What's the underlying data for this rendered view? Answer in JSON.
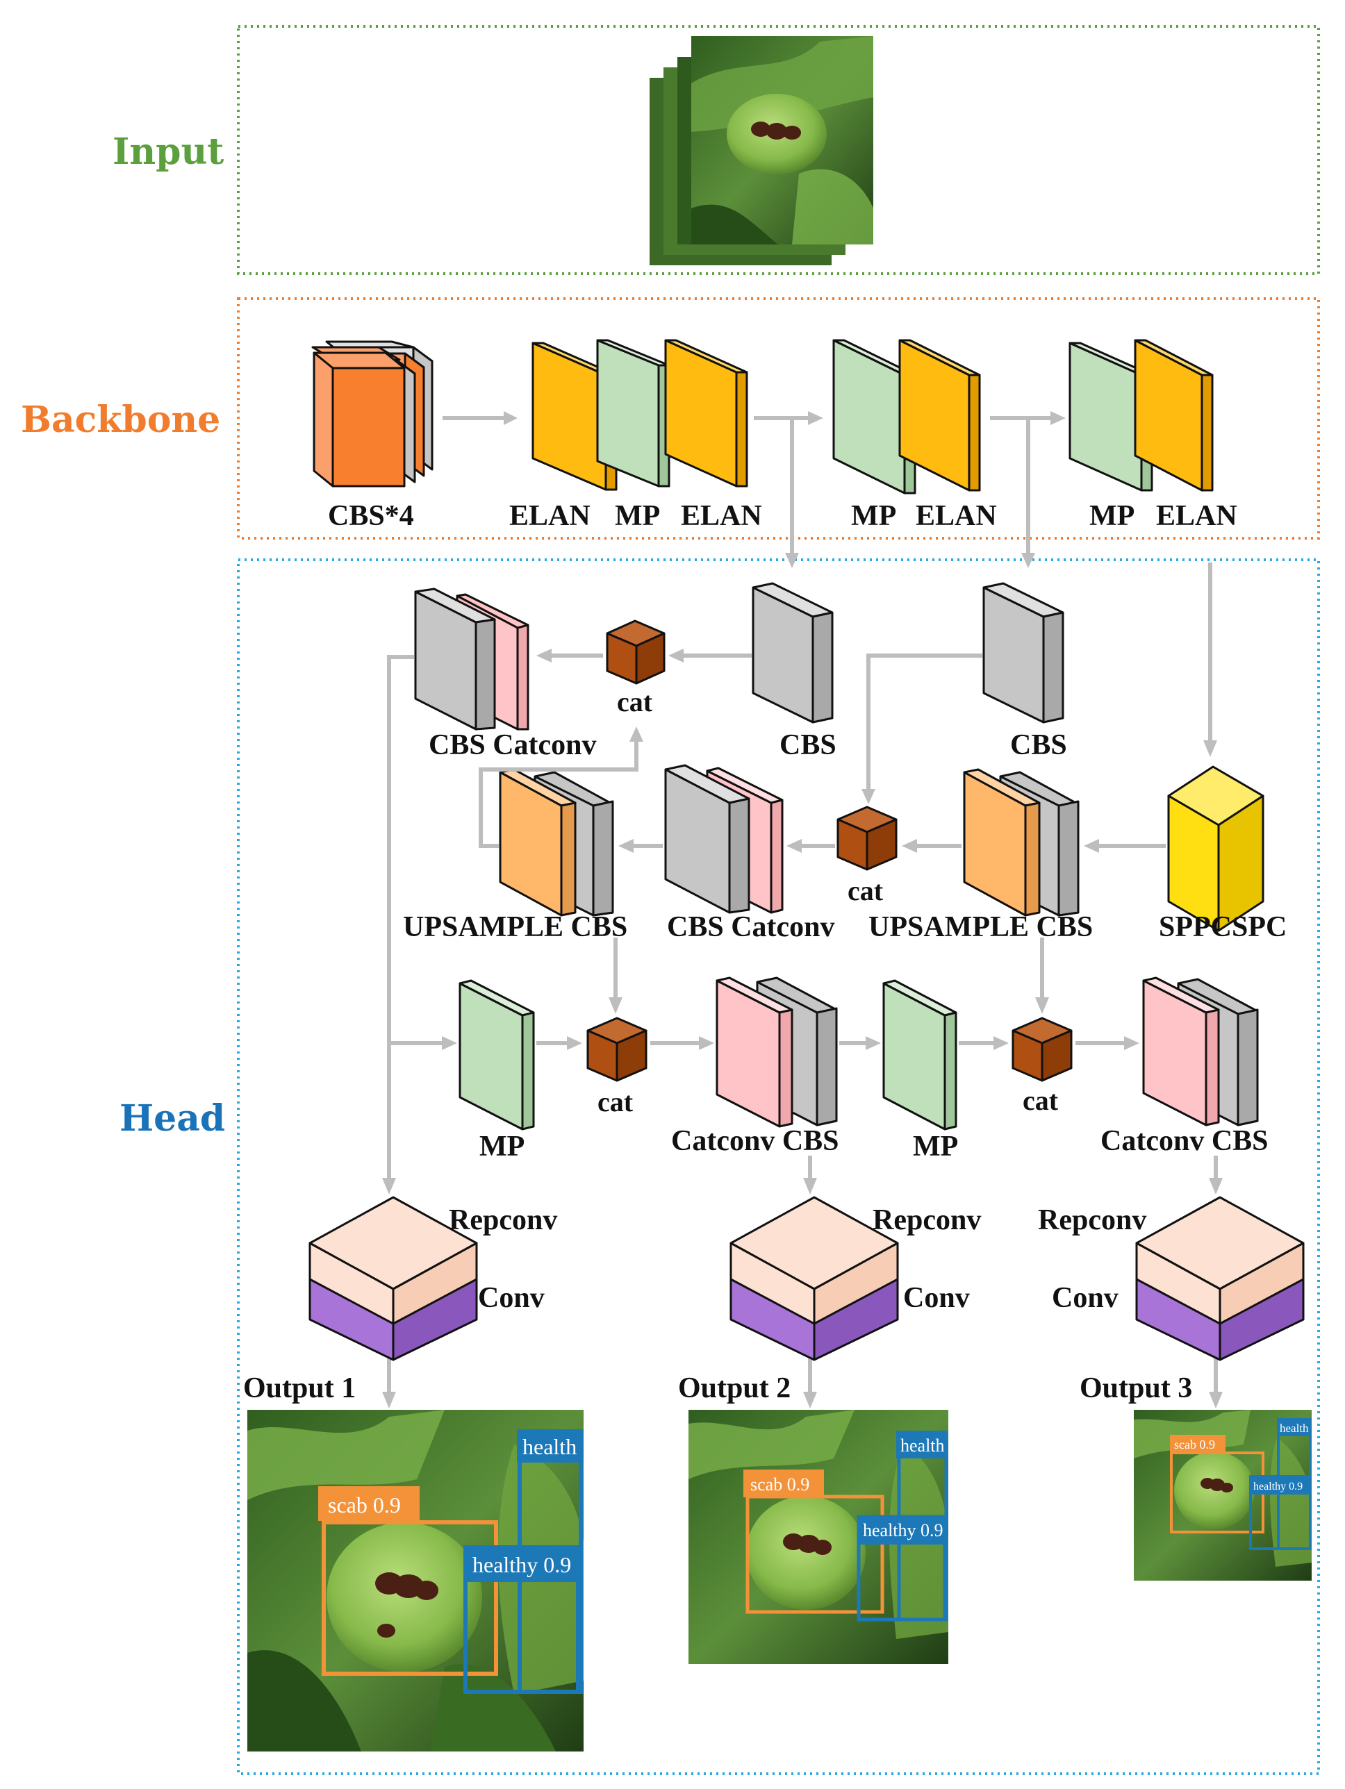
{
  "sections": {
    "input": {
      "label": "Input",
      "color": "#5ba03d"
    },
    "backbone": {
      "label": "Backbone",
      "color": "#f07d2d"
    },
    "head": {
      "label": "Head",
      "color": "#1a73b8"
    }
  },
  "colors": {
    "cbs": "#c6c6c6",
    "elan": "#ffbb10",
    "mp": "#bfe0ba",
    "catconv": "#ffc4c8",
    "upsample": "#ffb76a",
    "sppcspc": "#ffde12",
    "cbs4": "#f87f2e",
    "cat": "#b04f12",
    "repconv": "#fde2d3",
    "conv": "#a874d8",
    "arrow": "#bdbdbd",
    "scab_box": "#f39239",
    "healthy_box": "#1d78b7"
  },
  "backbone": {
    "labels": [
      "CBS*4",
      "ELAN",
      "MP",
      "ELAN",
      "MP",
      "ELAN",
      "MP",
      "ELAN"
    ]
  },
  "head": {
    "labels": {
      "cbs_catconv_top": "CBS Catconv",
      "cat": "cat",
      "cbs": "CBS",
      "upsample_cbs": "UPSAMPLE CBS",
      "cbs_catconv": "CBS Catconv",
      "sppcspc": "SPPCSPC",
      "mp": "MP",
      "catconv_cbs": "Catconv CBS",
      "repconv": "Repconv",
      "conv": "Conv"
    },
    "outputs": [
      "Output 1",
      "Output 2",
      "Output 3"
    ]
  },
  "detections": {
    "scab": "scab 0.9",
    "health": "health",
    "healthy": "healthy 0.9"
  }
}
